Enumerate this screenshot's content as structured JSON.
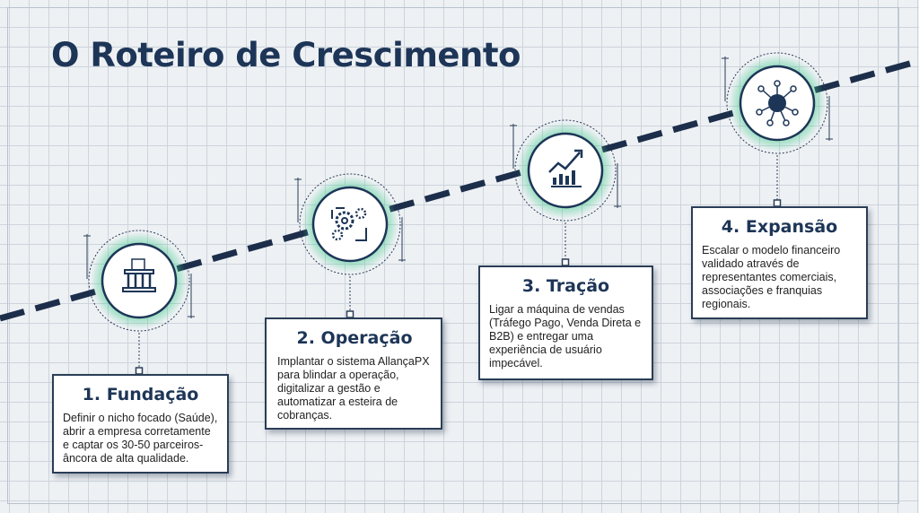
{
  "title": "O Roteiro de Crescimento",
  "colors": {
    "navy": "#1d3557",
    "accent_green": "#3cc98a"
  },
  "steps": [
    {
      "title": "1. Fundação",
      "text": "Definir o nicho focado (Saúde), abrir a empresa corretamente e captar os 30-50 parceiros-âncora de alta qualidade.",
      "icon": "bank-building-icon"
    },
    {
      "title": "2. Operação",
      "text": "Implantar o sistema AllançaPX para blindar a operação, digitalizar a gestão e automatizar a esteira de cobranças.",
      "icon": "gears-cycle-icon"
    },
    {
      "title": "3. Tração",
      "text": "Ligar a máquina de vendas (Tráfego Pago, Venda Direta e B2B) e entregar uma experiência de usuário impecável.",
      "icon": "growth-chart-icon"
    },
    {
      "title": "4. Expansão",
      "text": "Escalar o modelo financeiro validado através de representantes comerciais, associações e franquias regionais.",
      "icon": "global-network-icon"
    }
  ]
}
